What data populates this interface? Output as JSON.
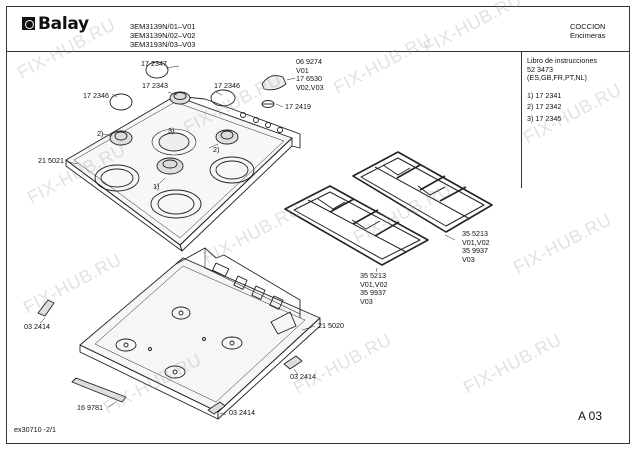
{
  "header": {
    "brand": "Balay",
    "models": [
      "3EM3139N/01–V01",
      "3EM3139N/02–V02",
      "3EM3193N/03–V03"
    ],
    "category": [
      "COCCION",
      "Encimeras"
    ]
  },
  "side_panel": {
    "manual_title": "Libro de instrucciones",
    "manual_number": "52 3473",
    "manual_langs": "(ES,GB,FR,PT,NL)",
    "items": [
      "1) 17 2341",
      "2) 17 2342",
      "3) 17 2345"
    ]
  },
  "labels": {
    "p172347": "17 2347",
    "p172346_left": "17 2346",
    "p172343": "17 2343",
    "p172346_right": "17 2346",
    "p069274": "06 9274",
    "v01a": "V01",
    "p176530": "17 6530",
    "v0203": "V02,V03",
    "p172419": "17 2419",
    "n2_left": "2)",
    "n3": "3)",
    "n2_right": "2)",
    "n1": "1)",
    "p215021": "21 5021",
    "grate_right_part": "35 5213",
    "grate_right_v": "V01,V02",
    "grate_right_part2": "35 9937",
    "grate_right_v2": "V03",
    "grate_left_part": "35 5213",
    "grate_left_v": "V01,V02",
    "grate_left_part2": "35 9937",
    "grate_left_v2": "V03",
    "p032414_left": "03 2414",
    "p215020": "21 5020",
    "p032414_mid": "03 2414",
    "p169781": "16 9781",
    "p032414_bottom": "03 2414"
  },
  "footer": {
    "code": "ex30710 -2/1",
    "page": "A 03"
  },
  "watermark": "FIX-HUB.RU"
}
